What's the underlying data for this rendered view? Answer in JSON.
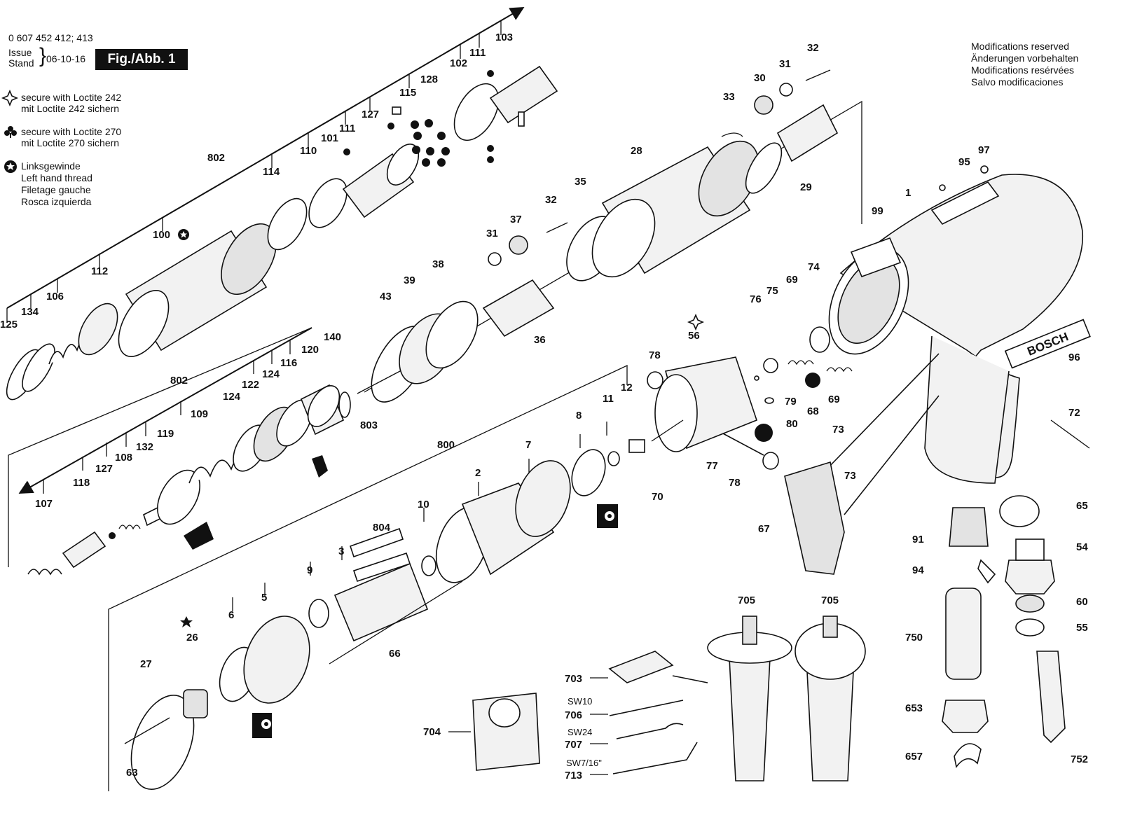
{
  "header": {
    "part_number": "0 607 452 412; 413",
    "issue_label": "Issue",
    "stand_label": "Stand",
    "issue_date": "06-10-16",
    "figure_label": "Fig./Abb. 1"
  },
  "legend": {
    "loctite242_en": "secure with Loctite 242",
    "loctite242_de": "mit Loctite 242 sichern",
    "loctite270_en": "secure with Loctite 270",
    "loctite270_de": "mit Loctite 270 sichern",
    "lefthand_de": "Linksgewinde",
    "lefthand_en": "Left hand thread",
    "lefthand_fr": "Filetage gauche",
    "lefthand_es": "Rosca izquierda",
    "icons": [
      "four-point-star-icon",
      "club-icon",
      "left-hand-thread-icon"
    ]
  },
  "notice": {
    "en": "Modifications reserved",
    "de": "Änderungen vorbehalten",
    "fr": "Modifications resérvées",
    "es": "Salvo modificaciones"
  },
  "brand": "BOSCH",
  "parts": {
    "p0_103": "103",
    "p0_111": "111",
    "p0_102": "102",
    "p0_128": "128",
    "p0_115": "115",
    "p0_127": "127",
    "p0_111b": "111",
    "p0_101": "101",
    "p0_110": "110",
    "p0_114": "114",
    "p0_802": "802",
    "p0_100": "100",
    "p0_112": "112",
    "p0_106": "106",
    "p0_134": "134",
    "p0_125": "125",
    "p1_32": "32",
    "p1_31": "31",
    "p1_30": "30",
    "p1_33": "33",
    "p1_28": "28",
    "p1_29": "29",
    "p1_35": "35",
    "p1_32b": "32",
    "p1_37": "37",
    "p1_31b": "31",
    "p1_36": "36",
    "p1_38": "38",
    "p1_39": "39",
    "p1_43": "43",
    "p1_803": "803",
    "p2_97": "97",
    "p2_95": "95",
    "p2_99": "99",
    "p2_1": "1",
    "p2_96": "96",
    "p2_72": "72",
    "p2_73": "73",
    "p2_73b": "73",
    "p2_65": "65",
    "p2_54": "54",
    "p2_60": "60",
    "p2_55": "55",
    "p2_91": "91",
    "p2_94": "94",
    "p2_750": "750",
    "p2_653": "653",
    "p2_657": "657",
    "p2_752": "752",
    "p2_67": "67",
    "p2_74": "74",
    "p2_69": "69",
    "p2_75": "75",
    "p2_76": "76",
    "p2_69b": "69",
    "p2_68": "68",
    "p2_79": "79",
    "p2_80": "80",
    "p2_77": "77",
    "p2_78": "78",
    "p2_78b": "78",
    "p2_56": "56",
    "p2_70": "70",
    "p3_802": "802",
    "p3_140": "140",
    "p3_120": "120",
    "p3_116": "116",
    "p3_124": "124",
    "p3_122": "122",
    "p3_124b": "124",
    "p3_109": "109",
    "p3_119": "119",
    "p3_132": "132",
    "p3_108": "108",
    "p3_127": "127",
    "p3_118": "118",
    "p3_107": "107",
    "p4_800": "800",
    "p4_12": "12",
    "p4_11": "11",
    "p4_8": "8",
    "p4_7": "7",
    "p4_2": "2",
    "p4_10": "10",
    "p4_804": "804",
    "p4_3": "3",
    "p4_9": "9",
    "p4_5": "5",
    "p4_6": "6",
    "p4_26": "26",
    "p4_27": "27",
    "p4_63": "63",
    "p4_66": "66",
    "p5_705": "705",
    "p5_705b": "705",
    "p5_703": "703",
    "p5_706": "706",
    "p5_707": "707",
    "p5_713": "713",
    "p5_704": "704",
    "sw10": "SW10",
    "sw24": "SW24",
    "sw716": "SW7/16\""
  }
}
